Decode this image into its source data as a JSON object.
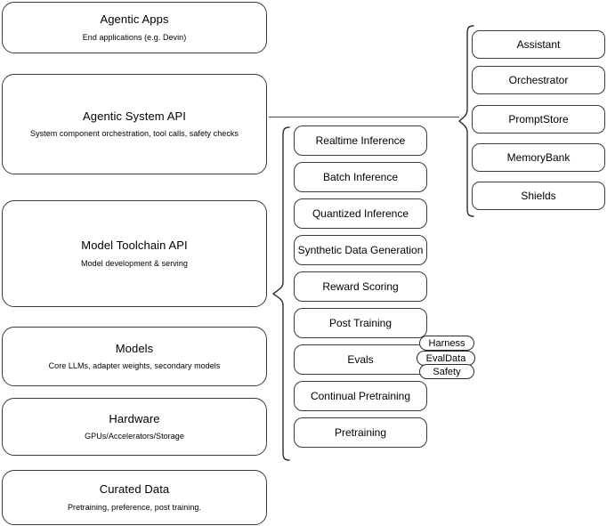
{
  "diagram": {
    "title": "Agentic AI stack layers",
    "stroke_color": "#3a3a3a",
    "background_color": "#ffffff"
  },
  "layers": [
    {
      "title": "Agentic Apps",
      "subtitle": "End applications (e.g. Devin)"
    },
    {
      "title": "Agentic System API",
      "subtitle": "System component orchestration, tool calls, safety checks"
    },
    {
      "title": "Model Toolchain API",
      "subtitle": "Model development & serving"
    },
    {
      "title": "Models",
      "subtitle": "Core LLMs, adapter weights, secondary models"
    },
    {
      "title": "Hardware",
      "subtitle": "GPUs/Accelerators/Storage"
    },
    {
      "title": "Curated Data",
      "subtitle": "Pretraining, preference, post training."
    }
  ],
  "toolchain_capabilities": [
    {
      "label": "Realtime Inference"
    },
    {
      "label": "Batch Inference"
    },
    {
      "label": "Quantized Inference"
    },
    {
      "label": "Synthetic Data Generation"
    },
    {
      "label": "Reward Scoring"
    },
    {
      "label": "Post Training"
    },
    {
      "label": "Evals"
    },
    {
      "label": "Continual Pretraining"
    },
    {
      "label": "Pretraining"
    }
  ],
  "eval_tags": [
    {
      "label": "Harness"
    },
    {
      "label": "EvalData"
    },
    {
      "label": "Safety"
    }
  ],
  "system_components": [
    {
      "label": "Assistant"
    },
    {
      "label": "Orchestrator"
    },
    {
      "label": "PromptStore"
    },
    {
      "label": "MemoryBank"
    },
    {
      "label": "Shields"
    }
  ]
}
